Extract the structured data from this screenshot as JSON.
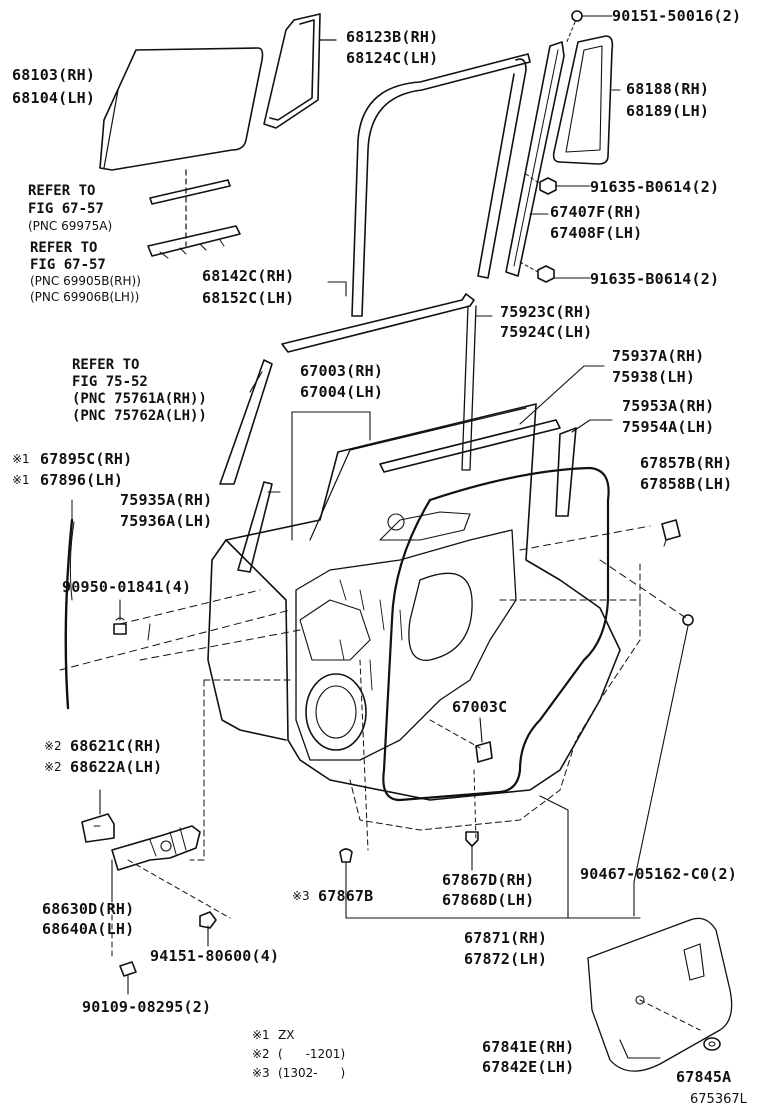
{
  "labels": {
    "glass": [
      "68103(RH)",
      "68104(LH)"
    ],
    "glass_run_small": [
      "68123B(RH)",
      "68124C(LH)"
    ],
    "bolt_top": "90151-50016(2)",
    "quarter_window": [
      "68188(RH)",
      "68189(LH)"
    ],
    "nut_upper": "91635-B0614(2)",
    "division_bar": [
      "67407F(RH)",
      "67408F(LH)"
    ],
    "nut_lower": "91635-B0614(2)",
    "glass_run": [
      "68142C(RH)",
      "68152C(LH)"
    ],
    "belt_weatherstrip": [
      "75923C(RH)",
      "75924C(LH)"
    ],
    "door_panel": [
      "67003(RH)",
      "67004(LH)"
    ],
    "outer_moulding": [
      "75937A(RH)",
      "75938(LH)"
    ],
    "frame_moulding": [
      "75953A(RH)",
      "75954A(LH)"
    ],
    "weatherstrip_side": [
      "67895C(RH)",
      "67896(LH)"
    ],
    "weatherstrip_side_marks": [
      "※1",
      "※1"
    ],
    "garnish": [
      "75935A(RH)",
      "75936A(LH)"
    ],
    "clip_right": [
      "67857B(RH)",
      "67858B(LH)"
    ],
    "grommet": "90950-01841(4)",
    "sub_panel": "67003C",
    "bracket": [
      "68621C(RH)",
      "68622A(LH)"
    ],
    "bracket_marks": [
      "※2",
      "※2"
    ],
    "check": [
      "68630D(RH)",
      "68640A(LH)"
    ],
    "bolt_check": "94151-80600(4)",
    "bolt_bottom": "90109-08295(2)",
    "clip_bottom_mark": "※3",
    "clip_bottom": "67867B",
    "clip_pair": [
      "67867D(RH)",
      "67868D(LH)"
    ],
    "plug": "90467-05162-C0(2)",
    "weatherstrip_main": [
      "67871(RH)",
      "67872(LH)"
    ],
    "service_hole_cover": [
      "67841E(RH)",
      "67842E(LH)"
    ],
    "plug_small": "67845A"
  },
  "refs": [
    {
      "title": [
        "REFER TO",
        "FIG 67-57"
      ],
      "pnc": [
        "(PNC 69975A)"
      ]
    },
    {
      "title": [
        "REFER TO",
        "FIG 67-57"
      ],
      "pnc": [
        "(PNC 69905B(RH))",
        "(PNC 69906B(LH))"
      ]
    },
    {
      "title": [
        "REFER TO",
        "FIG 75-52",
        "(PNC 75761A(RH))",
        "(PNC 75762A(LH))"
      ],
      "pnc": []
    }
  ],
  "notes": [
    {
      "mark": "※1",
      "text": "ZX"
    },
    {
      "mark": "※2",
      "text": "(      -1201)"
    },
    {
      "mark": "※3",
      "text": "(1302-      )"
    }
  ],
  "illustration_code": "675367L"
}
